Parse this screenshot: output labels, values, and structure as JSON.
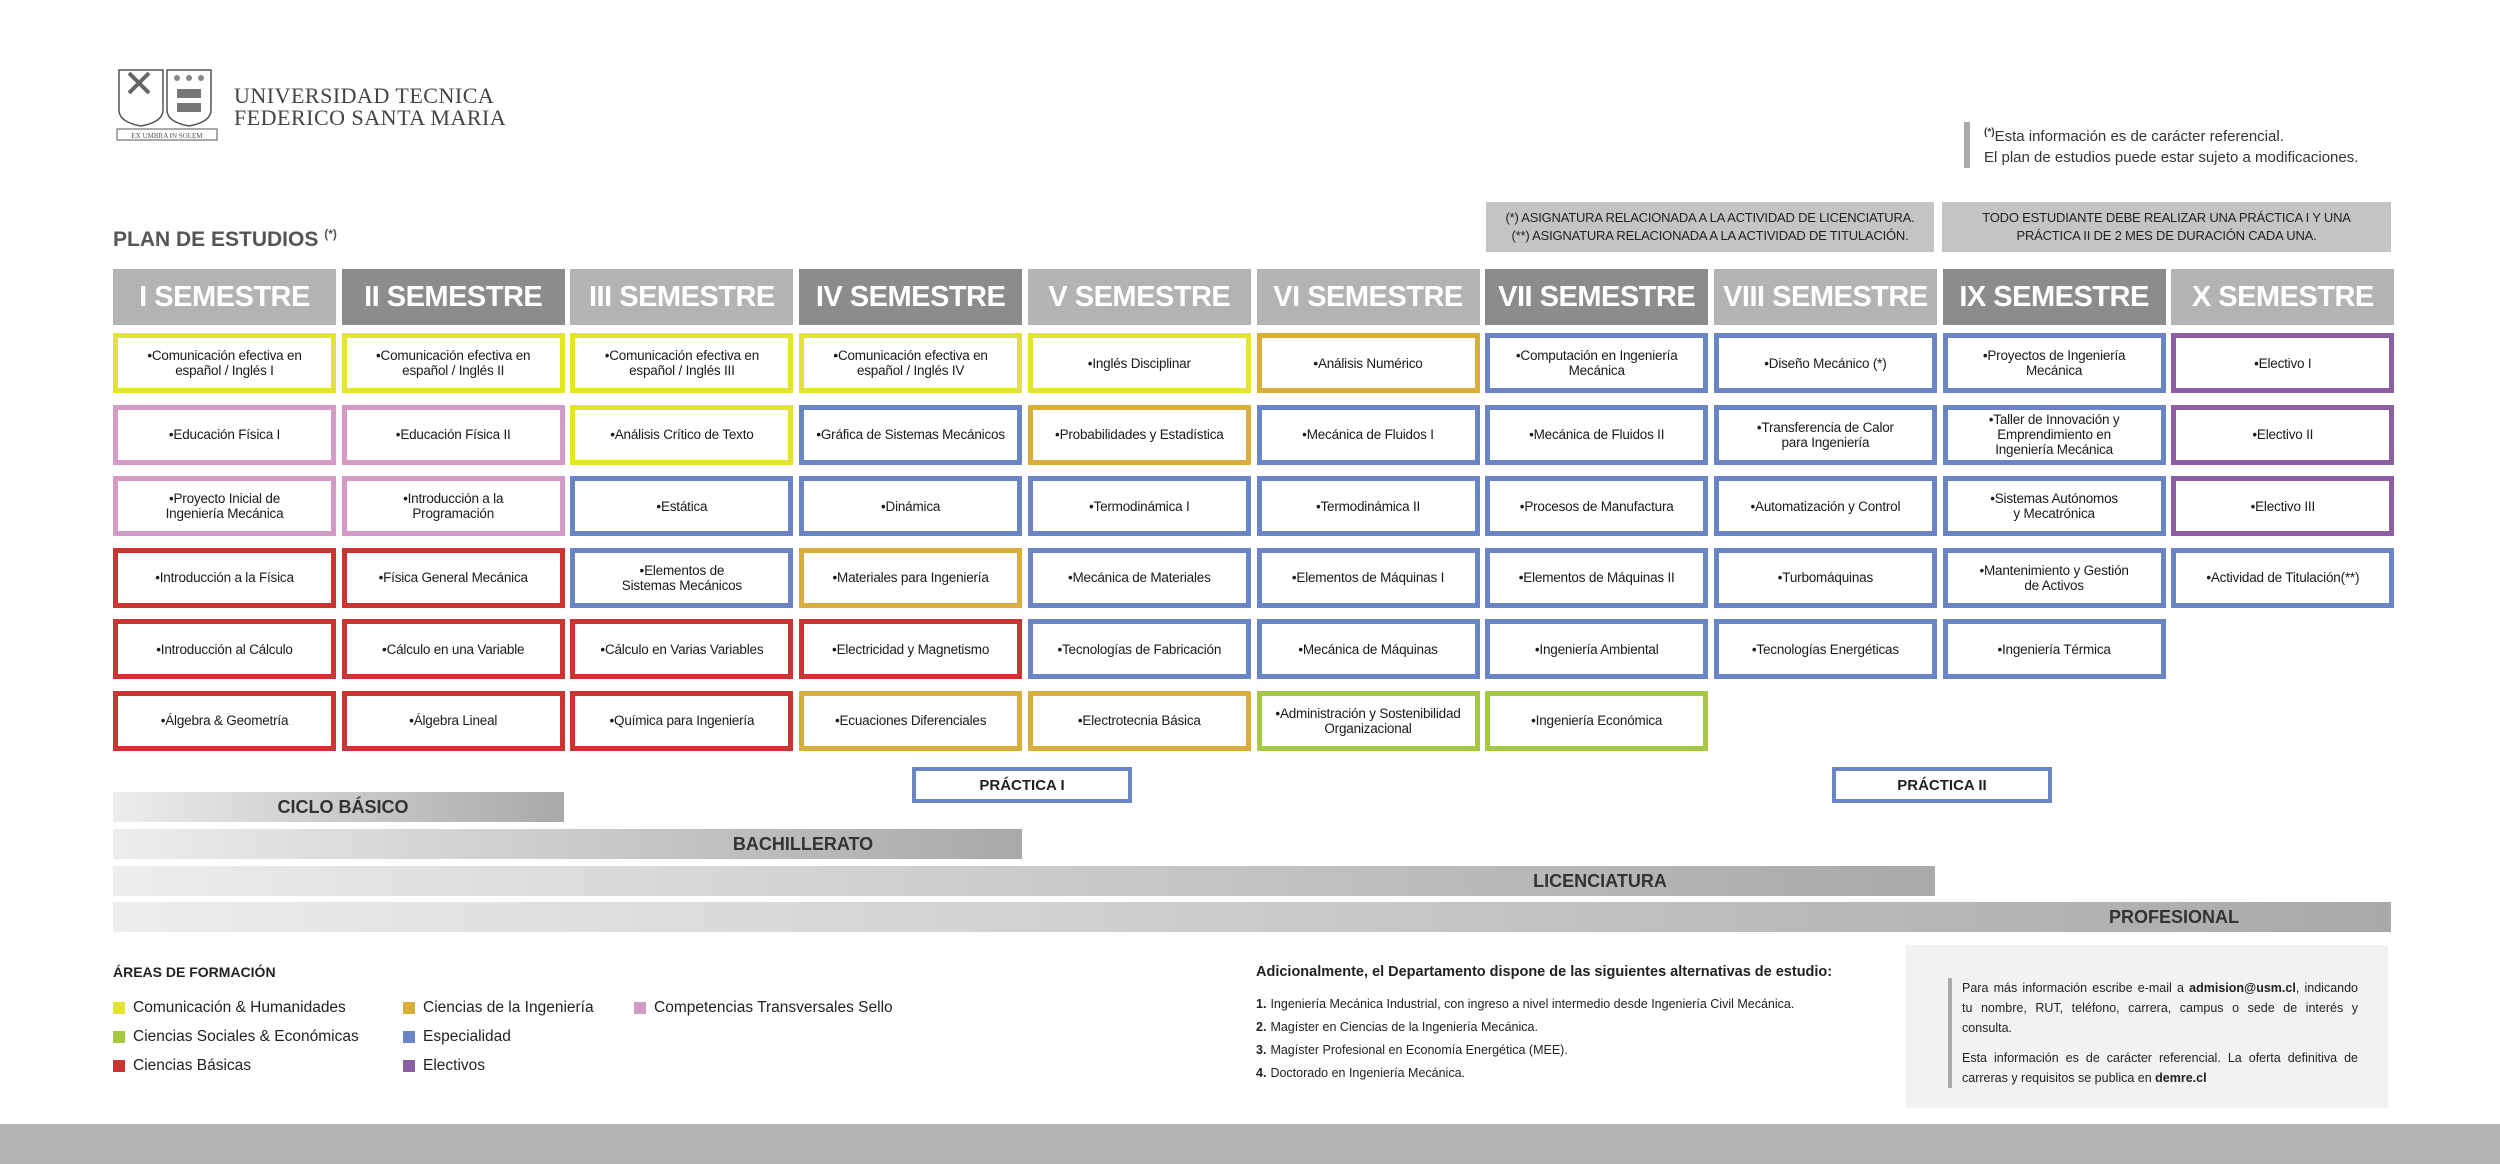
{
  "header": {
    "university_line1": "UNIVERSIDAD TECNICA",
    "university_line2": "FEDERICO SANTA MARIA",
    "logo_motto": "EX UMBRA IN SOLEM",
    "plan_title": "PLAN DE ESTUDIOS",
    "plan_title_mark": "(*)"
  },
  "top_note": {
    "mark": "(*)",
    "line1": "Esta información es de carácter referencial.",
    "line2": "El plan de estudios puede estar sujeto a modificaciones."
  },
  "notes": {
    "asterisks": "(*) ASIGNATURA RELACIONADA A LA ACTIVIDAD DE LICENCIATURA.\n(**) ASIGNATURA RELACIONADA A LA ACTIVIDAD DE TITULACIÓN.",
    "practicas": "TODO ESTUDIANTE DEBE REALIZAR UNA PRÁCTICA I Y UNA\nPRÁCTICA II DE 2 MES DE DURACIÓN CADA UNA."
  },
  "area_colors": {
    "com": "#e3e334",
    "comp": "#d59bc7",
    "bas": "#cc3333",
    "esp": "#6a85c5",
    "ing": "#d9ae3a",
    "soc": "#a6c843",
    "ele": "#8e5ea4"
  },
  "semesters": [
    {
      "title": "I SEMESTRE",
      "shade": "light",
      "courses": [
        {
          "name": "Comunicación efectiva en\nespañol / Inglés I",
          "area": "com"
        },
        {
          "name": "Educación Física I",
          "area": "comp"
        },
        {
          "name": "Proyecto Inicial de\nIngeniería Mecánica",
          "area": "comp"
        },
        {
          "name": "Introducción a la Física",
          "area": "bas"
        },
        {
          "name": "Introducción al Cálculo",
          "area": "bas"
        },
        {
          "name": "Álgebra & Geometría",
          "area": "bas"
        }
      ]
    },
    {
      "title": "II SEMESTRE",
      "shade": "dark",
      "courses": [
        {
          "name": "Comunicación efectiva en\nespañol / Inglés II",
          "area": "com"
        },
        {
          "name": "Educación Física II",
          "area": "comp"
        },
        {
          "name": "Introducción a la\nProgramación",
          "area": "comp"
        },
        {
          "name": "Física General Mecánica",
          "area": "bas"
        },
        {
          "name": "Cálculo en una Variable",
          "area": "bas"
        },
        {
          "name": "Álgebra Lineal",
          "area": "bas"
        }
      ]
    },
    {
      "title": "III SEMESTRE",
      "shade": "light",
      "courses": [
        {
          "name": "Comunicación efectiva en\nespañol / Inglés III",
          "area": "com"
        },
        {
          "name": "Análisis Crítico de Texto",
          "area": "com"
        },
        {
          "name": "Estática",
          "area": "esp"
        },
        {
          "name": "Elementos de\nSistemas Mecánicos",
          "area": "esp"
        },
        {
          "name": "Cálculo en Varias Variables",
          "area": "bas"
        },
        {
          "name": "Química para Ingeniería",
          "area": "bas"
        }
      ]
    },
    {
      "title": "IV SEMESTRE",
      "shade": "dark",
      "courses": [
        {
          "name": "Comunicación efectiva en\nespañol / Inglés IV",
          "area": "com"
        },
        {
          "name": "Gráfica de Sistemas Mecánicos",
          "area": "esp"
        },
        {
          "name": "Dinámica",
          "area": "esp"
        },
        {
          "name": "Materiales para Ingeniería",
          "area": "ing"
        },
        {
          "name": "Electricidad y Magnetismo",
          "area": "bas"
        },
        {
          "name": "Ecuaciones Diferenciales",
          "area": "ing"
        }
      ]
    },
    {
      "title": "V SEMESTRE",
      "shade": "light",
      "courses": [
        {
          "name": "Inglés Disciplinar",
          "area": "com"
        },
        {
          "name": "Probabilidades y Estadística",
          "area": "ing"
        },
        {
          "name": "Termodinámica I",
          "area": "esp"
        },
        {
          "name": "Mecánica de Materiales",
          "area": "esp"
        },
        {
          "name": "Tecnologías de Fabricación",
          "area": "esp"
        },
        {
          "name": "Electrotecnia Básica",
          "area": "ing"
        }
      ]
    },
    {
      "title": "VI SEMESTRE",
      "shade": "light",
      "courses": [
        {
          "name": "Análisis Numérico",
          "area": "ing"
        },
        {
          "name": "Mecánica de Fluidos I",
          "area": "esp"
        },
        {
          "name": "Termodinámica II",
          "area": "esp"
        },
        {
          "name": "Elementos de Máquinas I",
          "area": "esp"
        },
        {
          "name": "Mecánica de Máquinas",
          "area": "esp"
        },
        {
          "name": "Administración y Sostenibilidad\nOrganizacional",
          "area": "soc"
        }
      ]
    },
    {
      "title": "VII SEMESTRE",
      "shade": "dark",
      "courses": [
        {
          "name": "Computación en Ingeniería\nMecánica",
          "area": "esp"
        },
        {
          "name": "Mecánica de Fluidos II",
          "area": "esp"
        },
        {
          "name": "Procesos de Manufactura",
          "area": "esp"
        },
        {
          "name": "Elementos de Máquinas II",
          "area": "esp"
        },
        {
          "name": "Ingeniería Ambiental",
          "area": "esp"
        },
        {
          "name": "Ingeniería Económica",
          "area": "soc"
        }
      ]
    },
    {
      "title": "VIII SEMESTRE",
      "shade": "light",
      "courses": [
        {
          "name": "Diseño Mecánico (*)",
          "area": "esp"
        },
        {
          "name": "Transferencia de Calor\npara Ingeniería",
          "area": "esp"
        },
        {
          "name": "Automatización y Control",
          "area": "esp"
        },
        {
          "name": "Turbomáquinas",
          "area": "esp"
        },
        {
          "name": "Tecnologías Energéticas",
          "area": "esp"
        }
      ]
    },
    {
      "title": "IX SEMESTRE",
      "shade": "dark",
      "courses": [
        {
          "name": "Proyectos de Ingeniería\nMecánica",
          "area": "esp"
        },
        {
          "name": "Taller de Innovación y\nEmprendimiento en\nIngeniería Mecánica",
          "area": "esp"
        },
        {
          "name": "Sistemas Autónomos\ny Mecatrónica",
          "area": "esp"
        },
        {
          "name": "Mantenimiento y Gestión\nde Activos",
          "area": "esp"
        },
        {
          "name": "Ingeniería Térmica",
          "area": "esp"
        }
      ]
    },
    {
      "title": "X SEMESTRE",
      "shade": "light",
      "courses": [
        {
          "name": "Electivo I",
          "area": "ele"
        },
        {
          "name": "Electivo II",
          "area": "ele"
        },
        {
          "name": "Electivo III",
          "area": "ele"
        },
        {
          "name": "Actividad de Titulación(**)",
          "area": "esp"
        }
      ]
    }
  ],
  "practicas": {
    "p1": "PRÁCTICA I",
    "p2": "PRÁCTICA II"
  },
  "cycles": {
    "basico": "CICLO BÁSICO",
    "bachillerato": "BACHILLERATO",
    "licenciatura": "LICENCIATURA",
    "profesional": "PROFESIONAL"
  },
  "legend": {
    "title": "ÁREAS DE FORMACIÓN",
    "items": [
      {
        "label": "Comunicación & Humanidades",
        "area": "com"
      },
      {
        "label": "Ciencias Sociales & Económicas",
        "area": "soc"
      },
      {
        "label": "Ciencias Básicas",
        "area": "bas"
      },
      {
        "label": "Ciencias de la Ingeniería",
        "area": "ing"
      },
      {
        "label": "Especialidad",
        "area": "esp"
      },
      {
        "label": "Electivos",
        "area": "ele"
      },
      {
        "label": "Competencias Transversales Sello",
        "area": "comp"
      }
    ]
  },
  "additional": {
    "title": "Adicionalmente, el Departamento dispone de las siguientes alternativas de estudio:",
    "items": [
      {
        "num": "1.",
        "text": "Ingeniería Mecánica Industrial, con ingreso a nivel intermedio desde Ingeniería Civil Mecánica."
      },
      {
        "num": "2.",
        "text": "Magíster en Ciencias de la Ingeniería Mecánica."
      },
      {
        "num": "3.",
        "text": "Magíster Profesional en Economía Energética (MEE)."
      },
      {
        "num": "4.",
        "text": "Doctorado en Ingeniería Mecánica."
      }
    ]
  },
  "info": {
    "p1_pre": "Para más información escribe e-mail a ",
    "email": "admision@usm.cl",
    "p1_post": ", indicando tu nombre, RUT, teléfono, carrera, campus o sede de interés y consulta.",
    "p2_pre": "Esta información es de carácter referencial. La oferta definitiva de carreras y requisitos se publica en ",
    "site": "demre.cl"
  }
}
